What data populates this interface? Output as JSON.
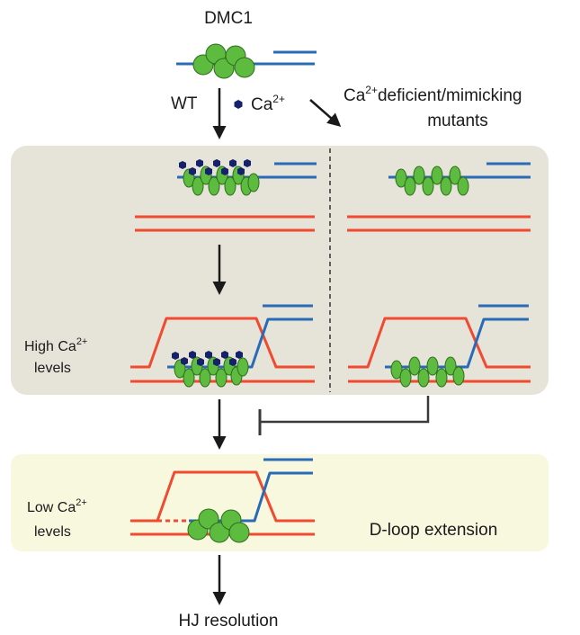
{
  "labels": {
    "protein": "DMC1",
    "wt": "WT",
    "calcium": "Ca",
    "calcium_sup": "2+",
    "mutants_ca": "Ca",
    "mutants_sup": "2+",
    "mutants_line1": "deficient/mimicking",
    "mutants_line2": "mutants",
    "high_line1": "High Ca",
    "high_sup": "2+",
    "high_line2": "levels",
    "low_line1": "Low Ca",
    "low_sup": "2+",
    "low_line2": "levels",
    "dloop": "D-loop extension",
    "hj": "HJ resolution"
  },
  "colors": {
    "blue_dna": "#2a6bb8",
    "red_dna": "#f04a30",
    "protein_fill": "#5dbb3f",
    "protein_stroke": "#2f6e1c",
    "calcium_ion": "#16216b",
    "panel_high": "#e6e3d9",
    "panel_low": "#f8f8df",
    "arrow": "#1a1a1a",
    "inhibition": "#3a3a3a"
  }
}
